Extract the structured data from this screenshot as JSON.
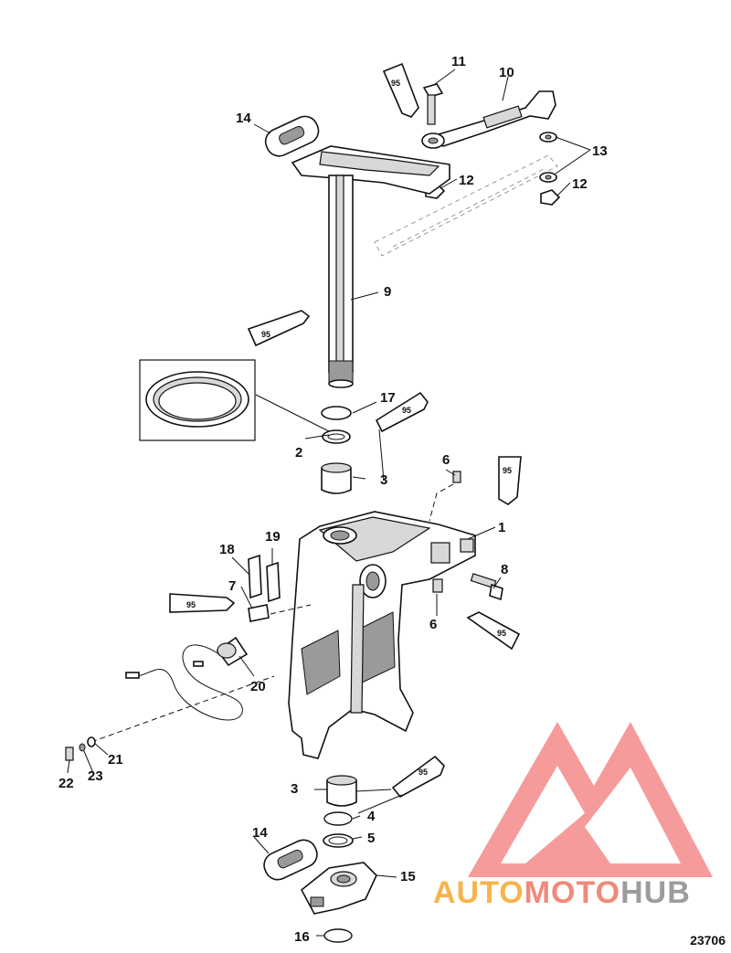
{
  "diagram": {
    "doc_number": "23706",
    "callouts": [
      "1",
      "2",
      "3",
      "3",
      "4",
      "5",
      "6",
      "6",
      "7",
      "8",
      "9",
      "10",
      "11",
      "12",
      "12",
      "13",
      "14",
      "14",
      "15",
      "16",
      "17",
      "18",
      "19",
      "20",
      "21",
      "22",
      "23"
    ],
    "sealant_tube_label": "95",
    "watermark": {
      "part1": "AUTO",
      "part2": "MOTO",
      "part3": "HUB",
      "colors": {
        "auto": "#f6b44a",
        "moto": "#f08a7a",
        "hub": "#9c9c9c",
        "logo": "#f26d6d"
      }
    }
  }
}
